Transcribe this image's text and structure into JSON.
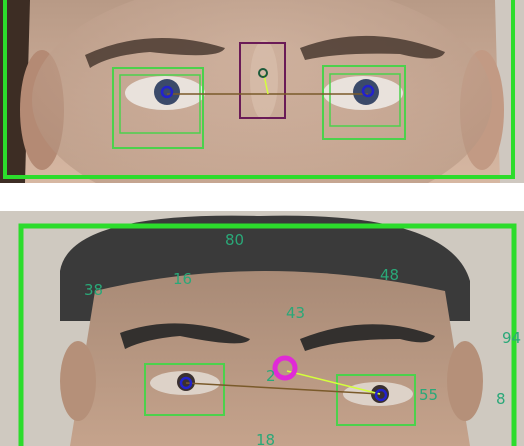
{
  "colors": {
    "face_box": "#2cdc2c",
    "eye_box": "#4cd14c",
    "nose_box": "#6a1b57",
    "gaze_line": "#d4ff3c",
    "eye_link": "#7a5a2a",
    "pupil_marker": "#2222cc",
    "nose_marker": "#e02ad6",
    "label_color": "#2aa878"
  },
  "bottom_frame": {
    "labels": [
      {
        "id": "label-80",
        "text": "80"
      },
      {
        "id": "label-16-top",
        "text": "16"
      },
      {
        "id": "label-48",
        "text": "48"
      },
      {
        "id": "label-38",
        "text": "38"
      },
      {
        "id": "label-43",
        "text": "43"
      },
      {
        "id": "label-94",
        "text": "94"
      },
      {
        "id": "label-2",
        "text": "2"
      },
      {
        "id": "label-55",
        "text": "55"
      },
      {
        "id": "label-8",
        "text": "8"
      },
      {
        "id": "label-18",
        "text": "18"
      }
    ]
  }
}
